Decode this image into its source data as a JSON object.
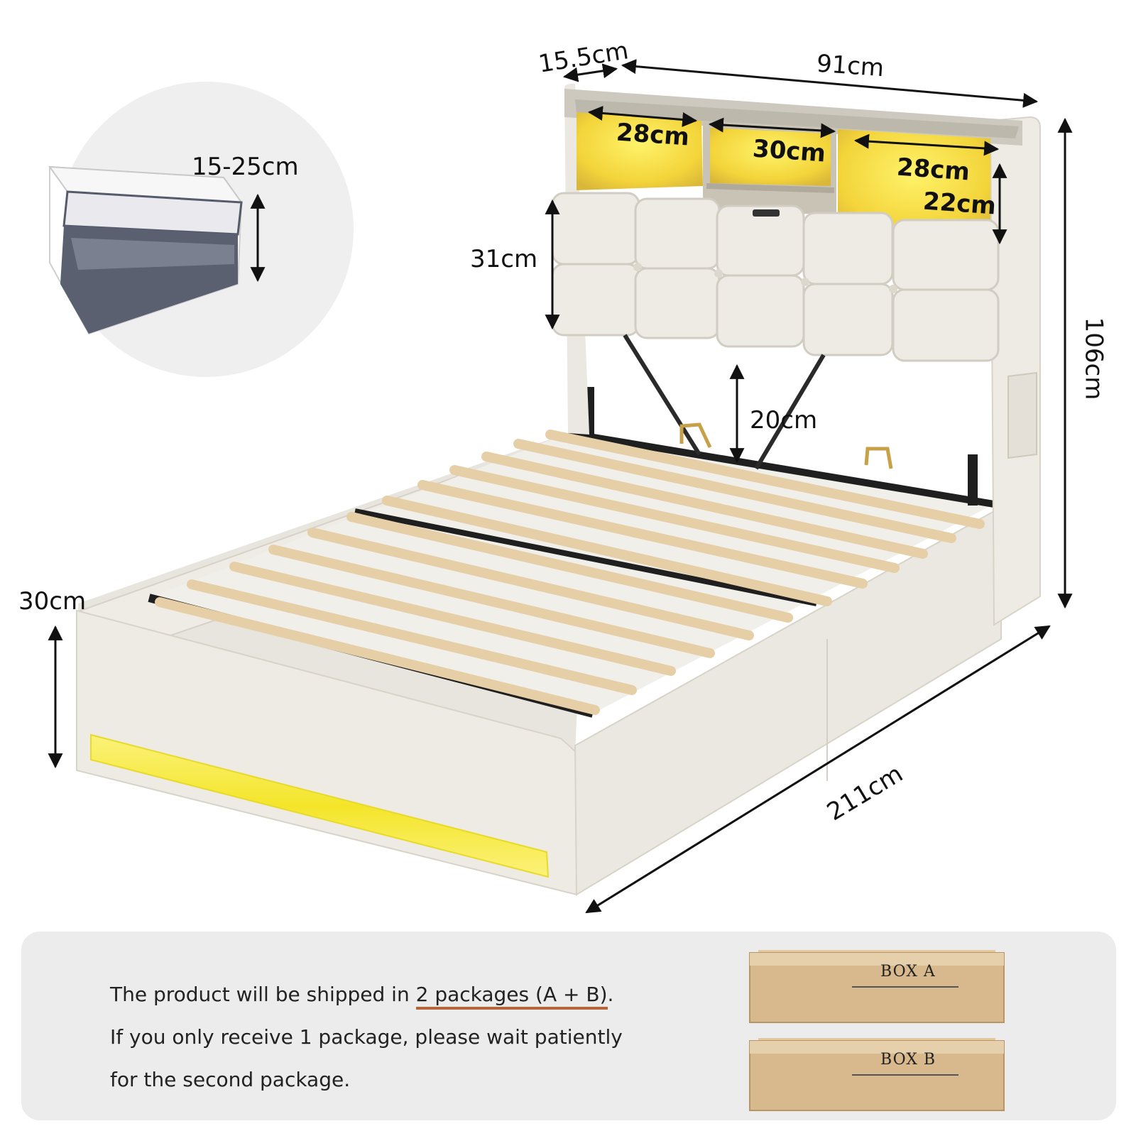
{
  "dimensions": {
    "shelf_depth": "15.5cm",
    "headboard_width": "91cm",
    "left_shelf": "28cm",
    "middle_shelf": "30cm",
    "right_shelf": "28cm",
    "shelf_height": "22cm",
    "headboard_panel_height": "31cm",
    "total_height": "106cm",
    "under_headboard_gap": "20cm",
    "mattress_thickness": "15-25cm",
    "bed_height": "30cm",
    "bed_length": "211cm"
  },
  "shipping": {
    "line1_prefix": "The product will be shipped in ",
    "line1_highlight": "2 packages (A + B)",
    "line1_suffix": ".",
    "line2": "If you only receive 1 package, please wait patiently",
    "line3": "for the second package.",
    "box_a": "BOX  A",
    "box_b": "BOX  B"
  },
  "colors": {
    "fabric": "#eeebe4",
    "led": "#f8ee3a",
    "slat": "#e9d3ad",
    "frame": "#1f1f1f",
    "box": "#d7b88c",
    "panel": "#ececec",
    "underline": "#b5653a"
  }
}
